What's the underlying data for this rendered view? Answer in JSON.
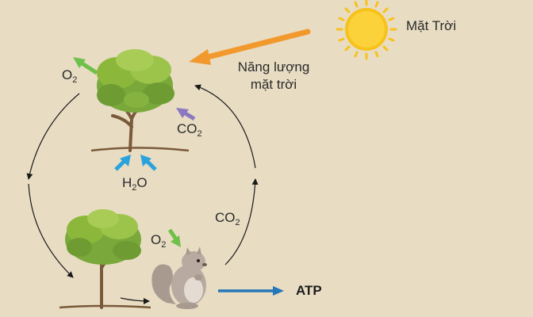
{
  "labels": {
    "sun": "Mặt Trời",
    "solar_energy_line1": "Năng lượng",
    "solar_energy_line2": "mặt trời",
    "o2_top_main": "O",
    "o2_top_sub": "2",
    "co2_in_main": "CO",
    "co2_in_sub": "2",
    "h2o_main_h": "H",
    "h2o_sub": "2",
    "h2o_main_o": "O",
    "co2_out_main": "CO",
    "co2_out_sub": "2",
    "o2_bottom_main": "O",
    "o2_bottom_sub": "2",
    "atp": "ATP"
  },
  "colors": {
    "background": "#e8dcc3",
    "sun": "#f7c21b",
    "solar_arrow": "#f2992e",
    "o2_arrow": "#6ec049",
    "co2_arrow": "#8a78c0",
    "h2o_arrow": "#2aa3dc",
    "atp_arrow": "#2577b8",
    "cycle_arrow": "#1a1a1a",
    "foliage": "#8bb83a",
    "trunk": "#7a5a3a",
    "squirrel": "#b8aaa0"
  },
  "icons": [
    "sun-icon",
    "large-tree-icon",
    "small-tree-icon",
    "squirrel-icon"
  ]
}
